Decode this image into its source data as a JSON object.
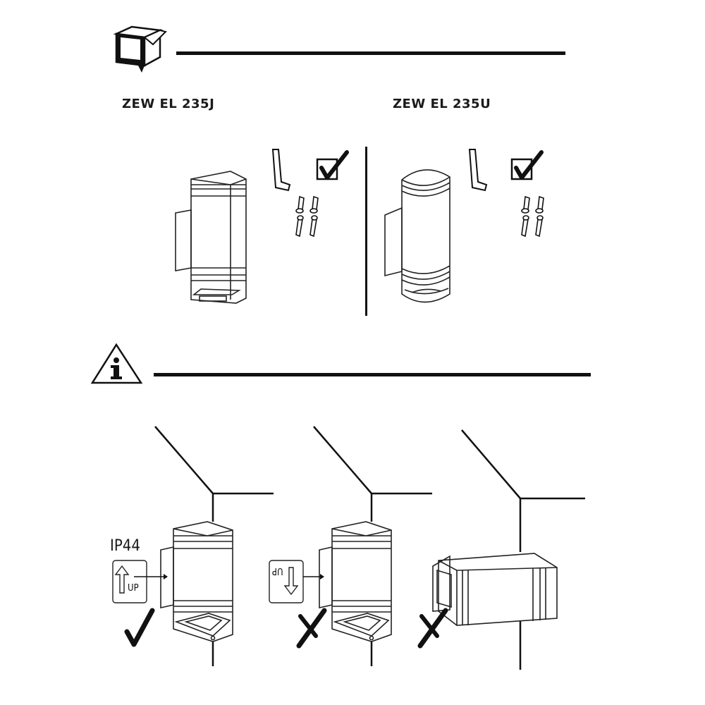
{
  "models": {
    "left": "ZEW EL 235J",
    "right": "ZEW EL 235U"
  },
  "installation": {
    "rating": "IP44",
    "orientation_label": "UP",
    "orientation_label_inverted": "UP"
  },
  "icons": {
    "box": "open-box-icon",
    "info": "info-warning-icon",
    "hex_key": "hex-key-icon",
    "check": "checkmark-icon",
    "cross": "cross-icon"
  }
}
